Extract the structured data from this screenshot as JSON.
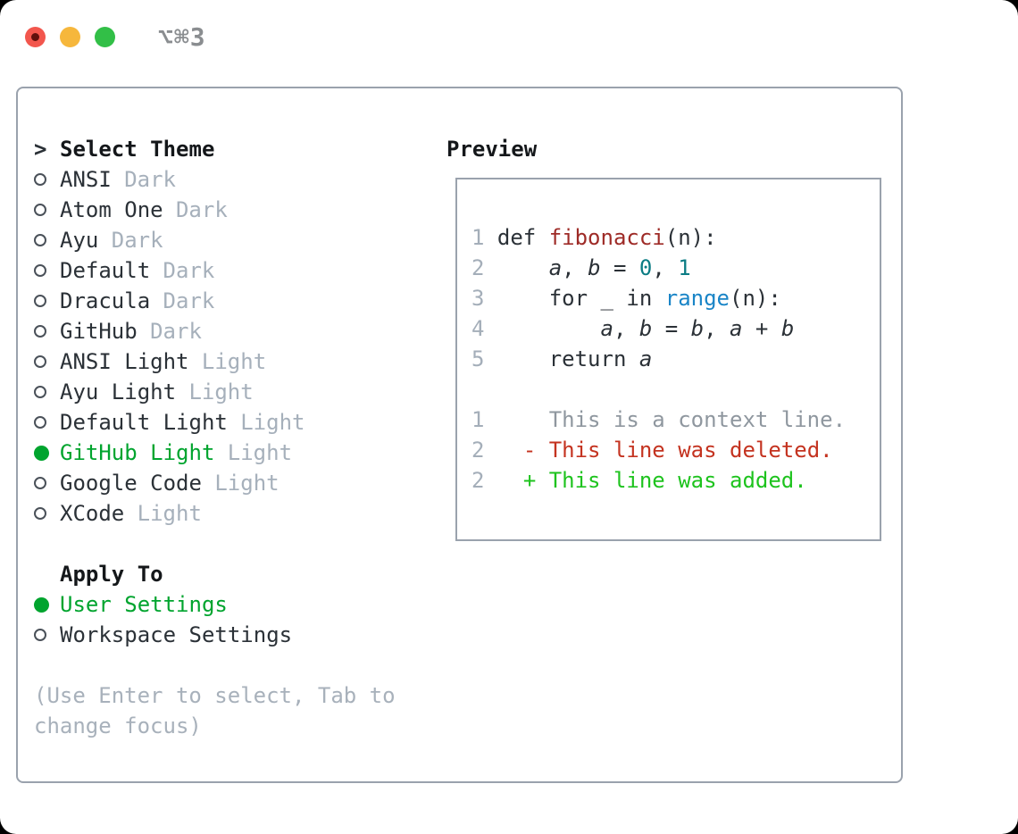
{
  "titlebar": {
    "shortcut_label": "⌥⌘3",
    "traffic_lights": [
      {
        "name": "close",
        "color": "#f2564d",
        "dot_color": "#5f100c"
      },
      {
        "name": "minimize",
        "color": "#f6b73c"
      },
      {
        "name": "zoom",
        "color": "#32bf47"
      }
    ]
  },
  "theme_picker": {
    "cursor": ">",
    "title": "Select Theme",
    "items": [
      {
        "name": "ANSI",
        "variant": "Dark",
        "selected": false
      },
      {
        "name": "Atom One",
        "variant": "Dark",
        "selected": false
      },
      {
        "name": "Ayu",
        "variant": "Dark",
        "selected": false
      },
      {
        "name": "Default",
        "variant": "Dark",
        "selected": false
      },
      {
        "name": "Dracula",
        "variant": "Dark",
        "selected": false
      },
      {
        "name": "GitHub",
        "variant": "Dark",
        "selected": false
      },
      {
        "name": "ANSI Light",
        "variant": "Light",
        "selected": false
      },
      {
        "name": "Ayu Light",
        "variant": "Light",
        "selected": false
      },
      {
        "name": "Default Light",
        "variant": "Light",
        "selected": false
      },
      {
        "name": "GitHub Light",
        "variant": "Light",
        "selected": true
      },
      {
        "name": "Google Code",
        "variant": "Light",
        "selected": false
      },
      {
        "name": "XCode",
        "variant": "Light",
        "selected": false
      }
    ]
  },
  "apply_to": {
    "title": "Apply To",
    "options": [
      {
        "label": "User Settings",
        "selected": true
      },
      {
        "label": "Workspace Settings",
        "selected": false
      }
    ]
  },
  "hint": "(Use Enter to select, Tab to change focus)",
  "preview": {
    "title": "Preview",
    "lines": [
      {
        "segments": [
          {
            "k": "num",
            "t": "1"
          },
          {
            "k": "plain",
            "t": " def "
          },
          {
            "k": "func",
            "t": "fibonacci"
          },
          {
            "k": "plain",
            "t": "(n):"
          }
        ]
      },
      {
        "segments": [
          {
            "k": "num",
            "t": "2"
          },
          {
            "k": "plain",
            "t": "     "
          },
          {
            "k": "var",
            "t": "a"
          },
          {
            "k": "plain",
            "t": ", "
          },
          {
            "k": "var",
            "t": "b"
          },
          {
            "k": "plain",
            "t": " = "
          },
          {
            "k": "numlit",
            "t": "0"
          },
          {
            "k": "plain",
            "t": ", "
          },
          {
            "k": "numlit",
            "t": "1"
          }
        ]
      },
      {
        "segments": [
          {
            "k": "num",
            "t": "3"
          },
          {
            "k": "plain",
            "t": "     for _ in "
          },
          {
            "k": "call",
            "t": "range"
          },
          {
            "k": "plain",
            "t": "(n):"
          }
        ]
      },
      {
        "segments": [
          {
            "k": "num",
            "t": "4"
          },
          {
            "k": "plain",
            "t": "         "
          },
          {
            "k": "var",
            "t": "a"
          },
          {
            "k": "plain",
            "t": ", "
          },
          {
            "k": "var",
            "t": "b"
          },
          {
            "k": "plain",
            "t": " = "
          },
          {
            "k": "var",
            "t": "b"
          },
          {
            "k": "plain",
            "t": ", "
          },
          {
            "k": "var",
            "t": "a"
          },
          {
            "k": "plain",
            "t": " + "
          },
          {
            "k": "var",
            "t": "b"
          }
        ]
      },
      {
        "segments": [
          {
            "k": "num",
            "t": "5"
          },
          {
            "k": "plain",
            "t": "     return "
          },
          {
            "k": "var",
            "t": "a"
          }
        ]
      },
      {
        "segments": []
      },
      {
        "segments": [
          {
            "k": "num",
            "t": "1"
          },
          {
            "k": "context",
            "t": "     This is a context line."
          }
        ]
      },
      {
        "segments": [
          {
            "k": "num",
            "t": "2"
          },
          {
            "k": "plain",
            "t": "   "
          },
          {
            "k": "deleted",
            "t": "- This line was deleted."
          }
        ]
      },
      {
        "segments": [
          {
            "k": "num",
            "t": "2"
          },
          {
            "k": "plain",
            "t": "   "
          },
          {
            "k": "added",
            "t": "+ This line was added."
          }
        ]
      }
    ]
  },
  "colors": {
    "selection_green": "#00a42e",
    "panel_border": "#9aa2ad",
    "muted_text": "#a6b0bb",
    "line_number_gray": "#a4aeb9",
    "context_gray": "#8f979f",
    "diff_deleted_red": "#c43320",
    "diff_added_green": "#1ec31e",
    "function_red": "#9e2b27",
    "number_teal": "#0b7c84",
    "builtin_blue": "#1a85c7"
  }
}
